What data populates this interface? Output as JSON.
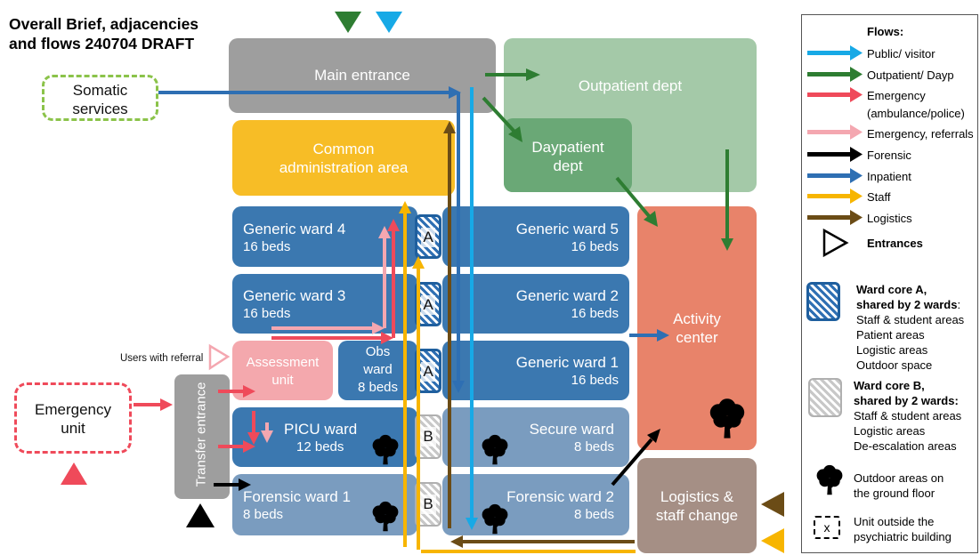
{
  "title": "Overall Brief, adjacencies and flows 240704 DRAFT",
  "title_lines": [
    "Overall Brief, adjacencies",
    "and flows 240704 DRAFT"
  ],
  "units": {
    "main_entrance": "Main entrance",
    "outpatient": "Outpatient dept",
    "somatic": [
      "Somatic",
      "services"
    ],
    "common_admin": [
      "Common",
      "administration area"
    ],
    "daypatient": [
      "Daypatient",
      "dept"
    ],
    "generic_ward_4": {
      "name": "Generic ward 4",
      "beds": "16 beds"
    },
    "generic_ward_5": {
      "name": "Generic ward 5",
      "beds": "16 beds"
    },
    "generic_ward_3": {
      "name": "Generic ward 3",
      "beds": "16 beds"
    },
    "generic_ward_2": {
      "name": "Generic ward 2",
      "beds": "16 beds"
    },
    "generic_ward_1": {
      "name": "Generic ward 1",
      "beds": "16 beds"
    },
    "assessment": [
      "Assessment",
      "unit"
    ],
    "obs_ward": [
      "Obs",
      "ward",
      "8 beds"
    ],
    "picu": {
      "name": "PICU ward",
      "beds": "12 beds"
    },
    "secure": {
      "name": "Secure ward",
      "beds": "8 beds"
    },
    "forensic_1": {
      "name": "Forensic ward 1",
      "beds": "8 beds"
    },
    "forensic_2": {
      "name": "Forensic ward 2",
      "beds": "8 beds"
    },
    "activity": [
      "Activity",
      "center"
    ],
    "logistics": [
      "Logistics &",
      "staff change"
    ],
    "emergency": [
      "Emergency",
      "unit"
    ],
    "transfer": "Transfer entrance",
    "users_referral": "Users with referral"
  },
  "cores": {
    "a": "A",
    "b": "B"
  },
  "legend": {
    "flows_title": "Flows:",
    "flows": [
      {
        "label": "Public/ visitor",
        "color": "#17a9e6"
      },
      {
        "label": "Outpatient/ Dayp",
        "color": "#2e7d32"
      },
      {
        "label": "Emergency",
        "label2": "(ambulance/police)",
        "color": "#ef4a5a"
      },
      {
        "label": "Emergency, referrals",
        "color": "#f4a7b0"
      },
      {
        "label": "Forensic",
        "color": "#000000"
      },
      {
        "label": "Inpatient",
        "color": "#2e6fb3"
      },
      {
        "label": "Staff",
        "color": "#f7b500"
      },
      {
        "label": "Logistics",
        "color": "#6b4c16"
      }
    ],
    "entrances": "Entrances",
    "core_a": {
      "title": "Ward core A,",
      "title2": "shared by 2 wards",
      "colon": ":",
      "items": [
        "Staff & student areas",
        "Patient areas",
        "Logistic areas",
        "Outdoor space"
      ]
    },
    "core_b": {
      "title": "Ward core B,",
      "title2": "shared by 2 wards:",
      "items": [
        "Staff & student areas",
        "Logistic areas",
        "De-escalation areas"
      ]
    },
    "outdoor": [
      "Outdoor areas on",
      "the ground floor"
    ],
    "outside": [
      "Unit outside the",
      "psychiatric building"
    ],
    "outside_icon": "x"
  },
  "colors": {
    "grey": "#9e9e9e",
    "outpatient": "#a4c9a8",
    "daypatient": "#6aa876",
    "admin": "#f7bd26",
    "ward": "#3b78b0",
    "ward_light": "#7a9cbf",
    "assessment": "#f4a8ad",
    "activity": "#e8836a",
    "logistics": "#a58f85",
    "emergency_dash": "#ef4a5a",
    "somatic_dash": "#8bc34a"
  }
}
